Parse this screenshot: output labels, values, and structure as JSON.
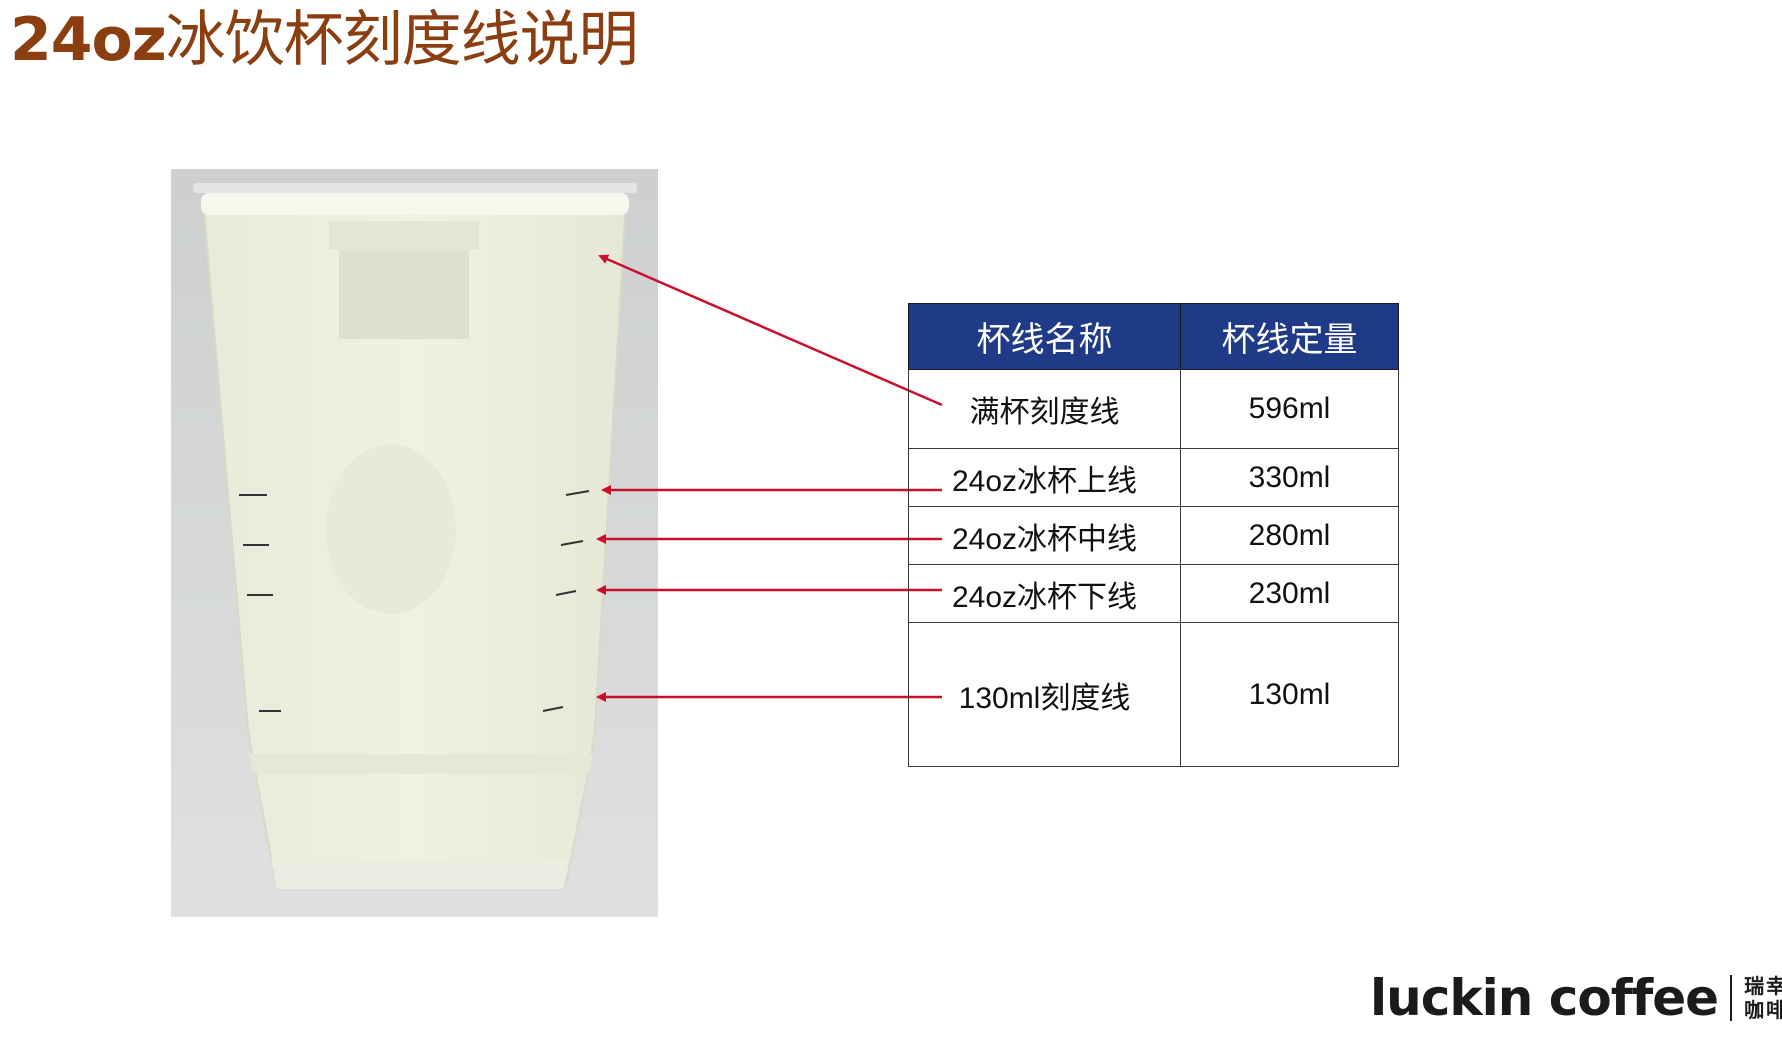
{
  "title": {
    "prefix": "24oz",
    "text": "冰饮杯刻度线说明"
  },
  "table": {
    "headers": [
      "杯线名称",
      "杯线定量"
    ],
    "rows": [
      {
        "name": "满杯刻度线",
        "amount": "596ml"
      },
      {
        "name": "24oz冰杯上线",
        "amount": "330ml"
      },
      {
        "name": "24oz冰杯中线",
        "amount": "280ml"
      },
      {
        "name": "24oz冰杯下线",
        "amount": "230ml"
      },
      {
        "name": "130ml刻度线",
        "amount": "130ml"
      }
    ]
  },
  "brand": {
    "name": "luckin coffee",
    "cn_line1": "瑞幸",
    "cn_line2": "咖啡"
  },
  "colors": {
    "title": "#8b3e10",
    "header_bg": "#1f3a87",
    "arrow": "#c8102e"
  }
}
